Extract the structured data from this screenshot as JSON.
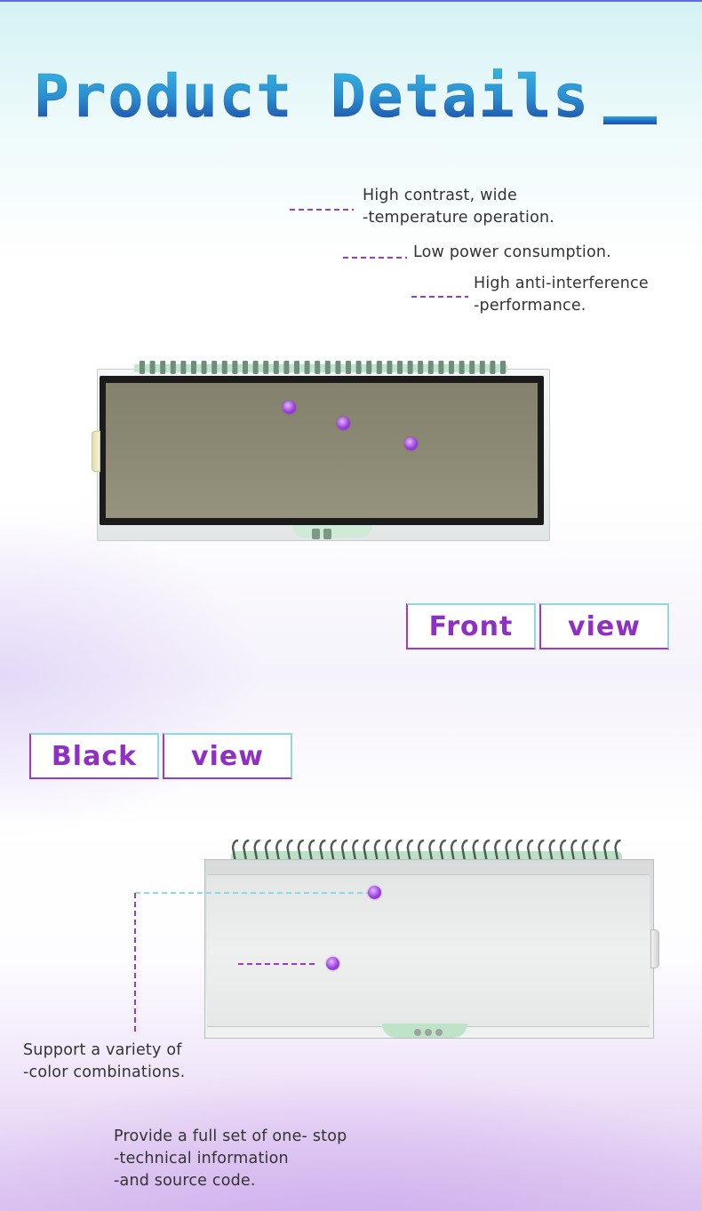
{
  "header": {
    "title": "Product Details"
  },
  "front": {
    "label": {
      "word1": "Front",
      "word2": "view"
    },
    "callouts": [
      {
        "line1": "High contrast, wide",
        "line2": "-temperature operation."
      },
      {
        "line1": "Low power consumption.",
        "line2": ""
      },
      {
        "line1": "High anti-interference",
        "line2": "-performance."
      }
    ]
  },
  "back": {
    "label": {
      "word1": "Black",
      "word2": "view"
    },
    "callouts": [
      {
        "line1": "Support a variety of",
        "line2": "-color combinations.",
        "line3": ""
      },
      {
        "line1": "Provide a full set of one- stop",
        "line2": "-technical information",
        "line3": "-and source code."
      }
    ]
  },
  "colors": {
    "accent_purple": "#8f2fc4",
    "accent_cyan": "#8fd8e4",
    "title_blue": "#2a8fd0"
  }
}
